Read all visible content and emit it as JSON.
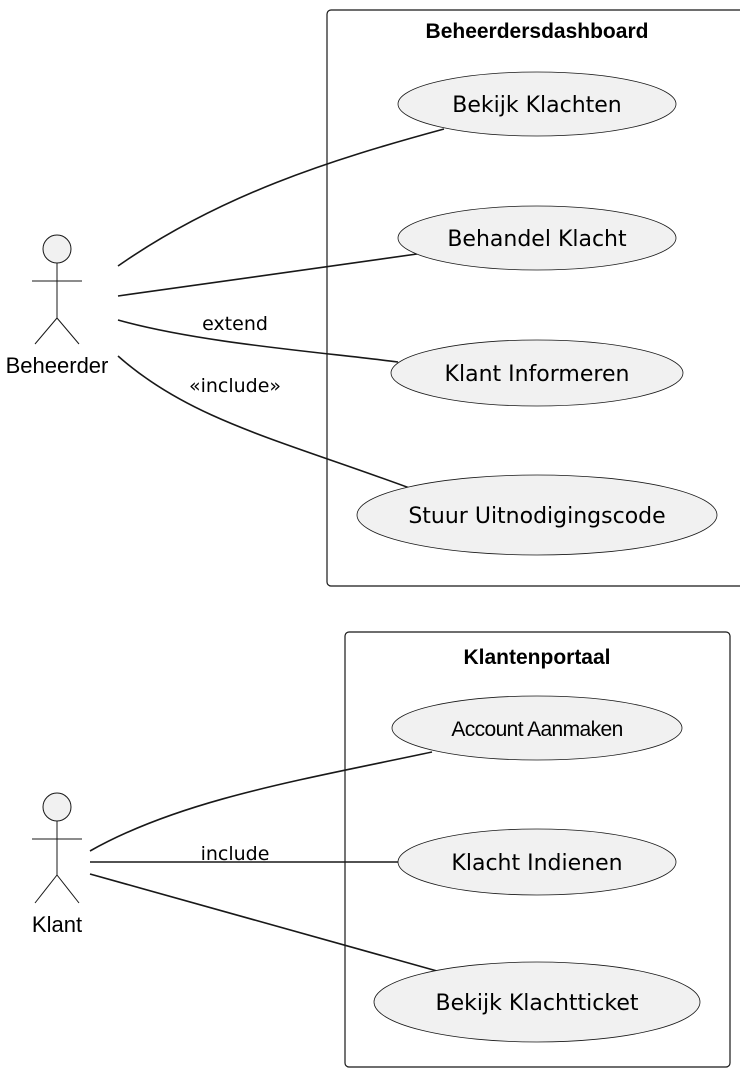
{
  "systems": {
    "admin": {
      "title": "Beheerdersdashboard",
      "use_cases": [
        "Bekijk Klachten",
        "Behandel Klacht",
        "Klant Informeren",
        "Stuur Uitnodigingscode"
      ]
    },
    "customer": {
      "title": "Klantenportaal",
      "use_cases": [
        "Account Aanmaken",
        "Klacht Indienen",
        "Bekijk Klachtticket"
      ]
    }
  },
  "actors": {
    "admin": "Beheerder",
    "customer": "Klant"
  },
  "relationships": {
    "extend": "extend",
    "include_guillemets": "«include»",
    "include": "include"
  },
  "colors": {
    "line": "#181818",
    "fill": "#f1f1f1",
    "background": "#ffffff"
  }
}
